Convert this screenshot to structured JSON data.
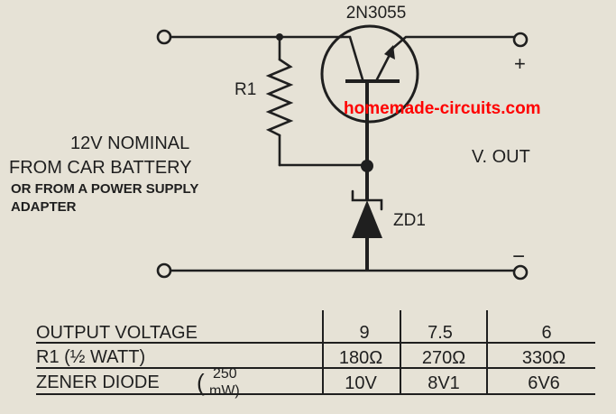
{
  "circuit": {
    "transistor_label": "2N3055",
    "resistor_label": "R1",
    "zener_label": "ZD1",
    "input_label_line1": "12V NOMINAL",
    "input_label_line2": "FROM CAR BATTERY",
    "input_label_line3": "OR FROM A POWER SUPPLY",
    "input_label_line4": "ADAPTER",
    "output_label": "V. OUT",
    "plus_sign": "+",
    "minus_sign": "−",
    "watermark": "homemade-circuits.com",
    "watermark_color": "#ff0000"
  },
  "table": {
    "row1_label": "OUTPUT VOLTAGE",
    "row2_label": "R1 (½ WATT)",
    "row3_label": "ZENER DIODE",
    "rating_top": "250",
    "rating_bottom": "mW)",
    "rating_paren": "(",
    "voltages": [
      "9",
      "7.5",
      "6"
    ],
    "resistors": [
      "180Ω",
      "270Ω",
      "330Ω"
    ],
    "zeners": [
      "10V",
      "8V1",
      "6V6"
    ]
  }
}
